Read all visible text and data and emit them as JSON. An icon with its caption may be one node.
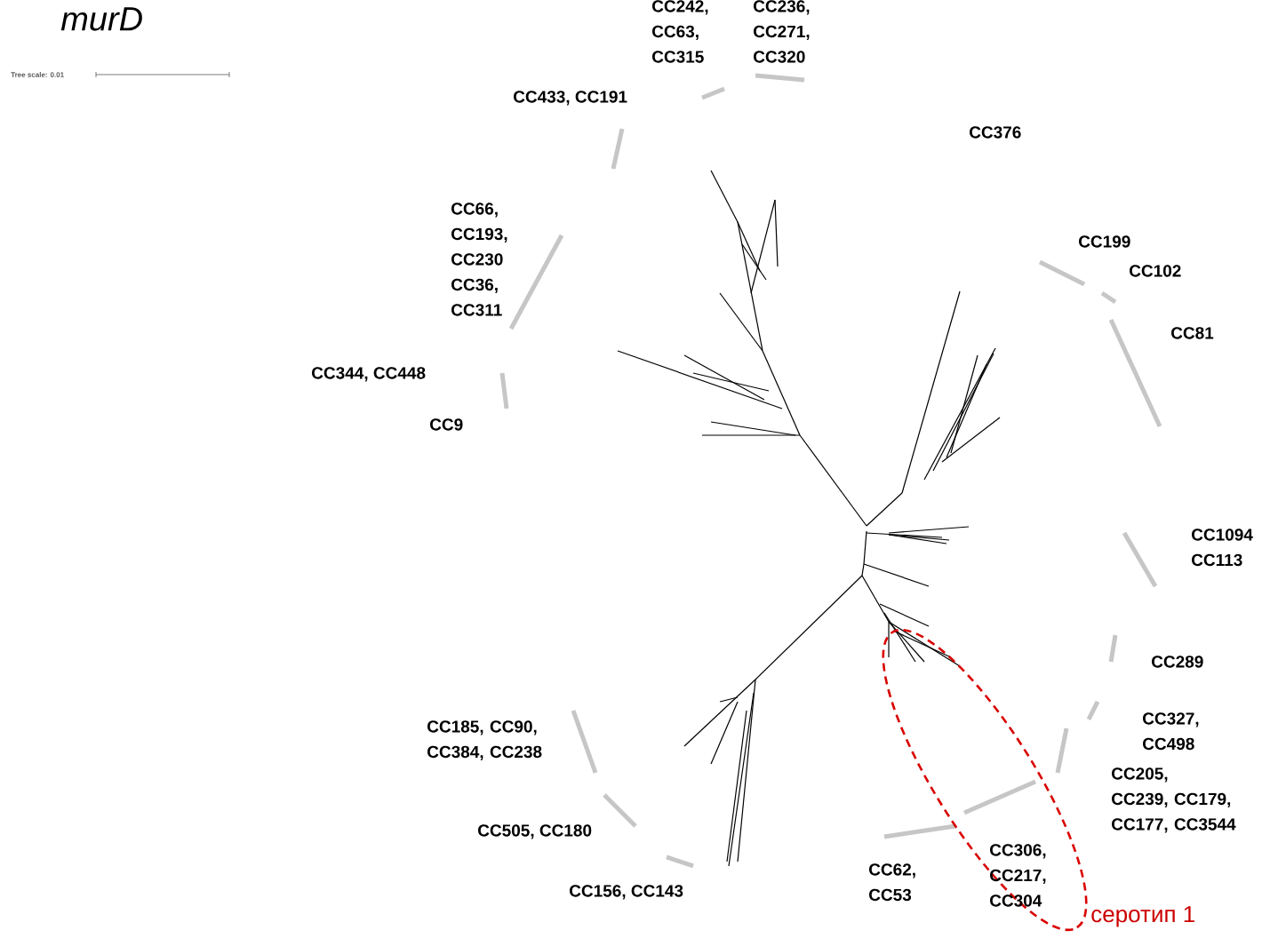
{
  "diagram": {
    "title": "murD",
    "nodes": [
      {
        "text": [
          "серотип 1"
        ]
      }
    ],
    "labels": [
      "Tree scale: 0.01",
      "CC242, CC63, CC315",
      "CC236, CC271, CC320",
      "CC433, CC191",
      "CC376",
      "CC66, CC193, CC230 CC36, CC311",
      "CC199",
      "CC102",
      "CC81",
      "CC344, CC448",
      "CC9",
      "CC1094 CC113",
      "CC289",
      "CC327, CC498",
      "CC185, CC90, CC384, CC238",
      "CC205, CC239, CC179, CC177, CC3544",
      "CC505, CC180",
      "CC306, CC217, CC304",
      "CC62, CC53",
      "CC156, CC143"
    ]
  }
}
